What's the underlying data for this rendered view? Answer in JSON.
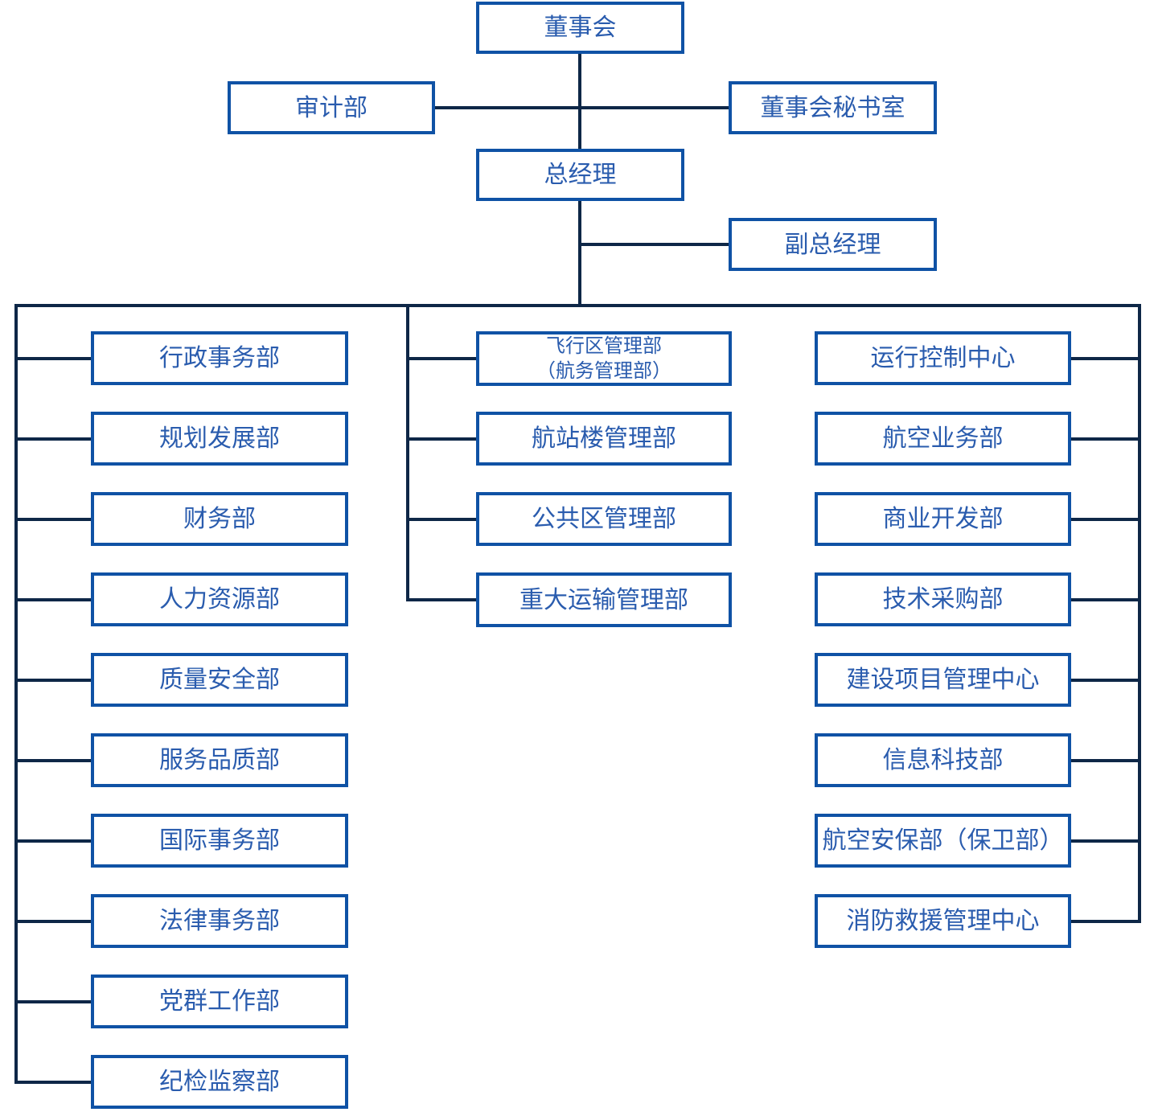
{
  "colors": {
    "box_border": "#0f52a5",
    "box_text": "#2a5cae",
    "connector_line": "#0e2747",
    "background": "#ffffff"
  },
  "nodes": {
    "board": {
      "label": "董事会"
    },
    "audit": {
      "label": "审计部"
    },
    "board_secretariat": {
      "label": "董事会秘书室"
    },
    "general_manager": {
      "label": "总经理"
    },
    "deputy_general_manager": {
      "label": "副总经理"
    },
    "left_column": [
      {
        "label": "行政事务部"
      },
      {
        "label": "规划发展部"
      },
      {
        "label": "财务部"
      },
      {
        "label": "人力资源部"
      },
      {
        "label": "质量安全部"
      },
      {
        "label": "服务品质部"
      },
      {
        "label": "国际事务部"
      },
      {
        "label": "法律事务部"
      },
      {
        "label": "党群工作部"
      },
      {
        "label": "纪检监察部"
      }
    ],
    "middle_column": [
      {
        "line1": "飞行区管理部",
        "line2": "（航务管理部）"
      },
      {
        "label": "航站楼管理部"
      },
      {
        "label": "公共区管理部"
      },
      {
        "label": "重大运输管理部"
      }
    ],
    "right_column": [
      {
        "label": "运行控制中心"
      },
      {
        "label": "航空业务部"
      },
      {
        "label": "商业开发部"
      },
      {
        "label": "技术采购部"
      },
      {
        "label": "建设项目管理中心"
      },
      {
        "label": "信息科技部"
      },
      {
        "label": "航空安保部（保卫部）"
      },
      {
        "label": "消防救援管理中心"
      }
    ]
  }
}
